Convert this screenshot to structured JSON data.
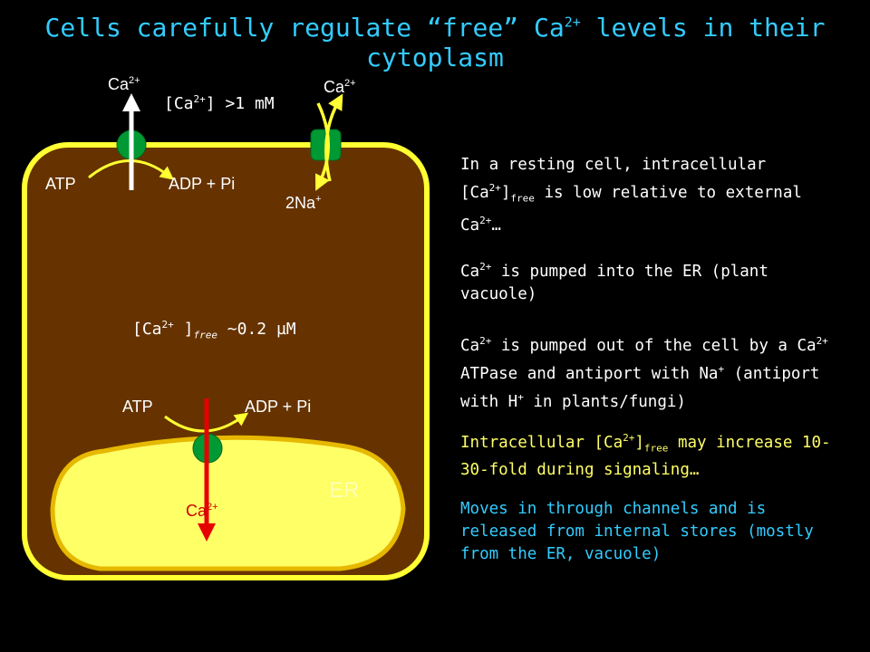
{
  "title": {
    "pre": "Cells carefully regulate “free” Ca",
    "sup": "2+",
    "post": " levels in their cytoplasm"
  },
  "diagram": {
    "ca_top_left": {
      "text": "Ca",
      "sup": "2+"
    },
    "ca_top_right": {
      "text": "Ca",
      "sup": "2+"
    },
    "external_conc": {
      "pre": "[Ca",
      "sup": "2+",
      "post": "] >1 mM"
    },
    "atp_top": "ATP",
    "adp_top": "ADP + Pi",
    "na": {
      "text": "2Na",
      "sup": "+"
    },
    "internal_conc": {
      "pre": "[Ca",
      "sup": "2+",
      "mid": " ]",
      "sub": "free",
      "post": " ~0.2 µM"
    },
    "atp_bottom": "ATP",
    "adp_bottom": "ADP + Pi",
    "er_label": "ER",
    "ca_er": {
      "text": "Ca",
      "sup": "2+"
    },
    "colors": {
      "cell_fill": "#663300",
      "membrane": "#ffff33",
      "er_fill": "#ffff66",
      "pump": "#009933",
      "red_arrow": "#e60000",
      "title": "#33ccff"
    }
  },
  "paragraphs": {
    "p1": {
      "a": "In a resting cell, intracellular [Ca",
      "a_sup": "2+",
      "b": "]",
      "b_sub": "free",
      "c": " is low relative to external Ca",
      "c_sup": "2+",
      "d": "…"
    },
    "p2": {
      "a": "Ca",
      "a_sup": "2+",
      "b": " is pumped into the ER (plant vacuole)"
    },
    "p3": {
      "a": "Ca",
      "a_sup": "2+",
      "b": " is pumped out of the cell by a Ca",
      "b_sup": "2+",
      "c": " ATPase and antiport with Na",
      "c_sup": "+",
      "d": " (antiport with H",
      "d_sup": "+",
      "e": " in plants/fungi)"
    },
    "p4": {
      "a": "Intracellular [Ca",
      "a_sup": "2+",
      "b": "]",
      "b_sub": "free",
      "c": " may increase 10-30-fold during signaling…"
    },
    "p5": {
      "a": "Moves in through channels and is released from internal stores (mostly from the ER, vacuole)"
    }
  }
}
